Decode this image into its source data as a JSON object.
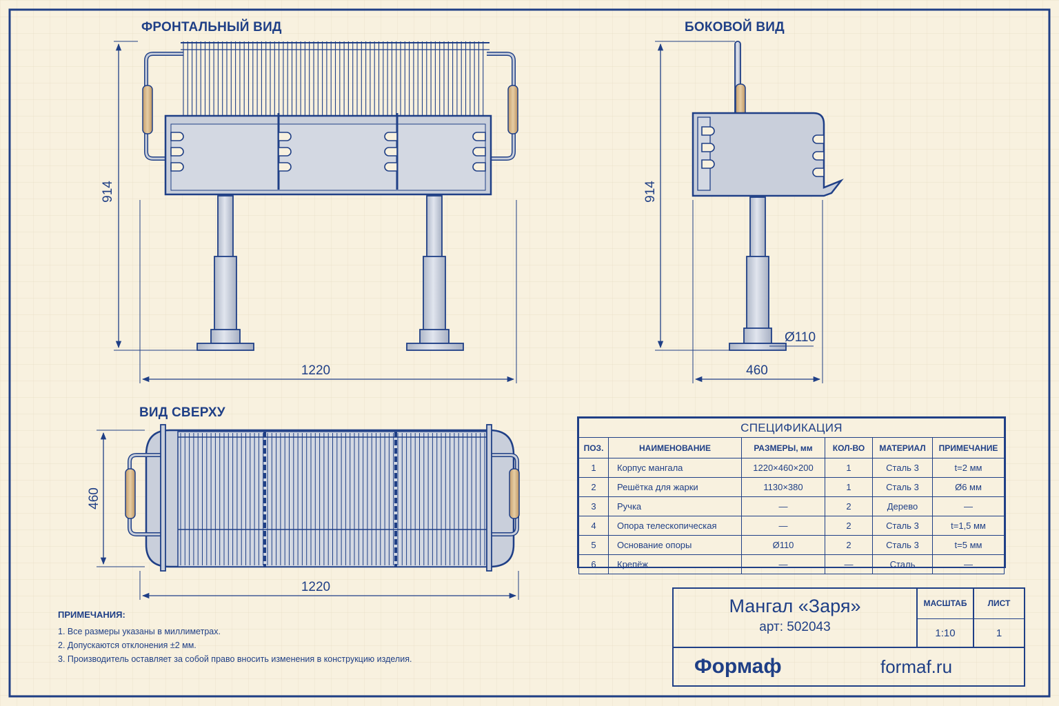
{
  "views": {
    "front": {
      "title": "ФРОНТАЛЬНЫЙ ВИД",
      "height": "914",
      "width": "1220"
    },
    "side": {
      "title": "БОКОВОЙ ВИД",
      "height": "914",
      "width": "460",
      "diameter": "Ø110"
    },
    "top": {
      "title": "ВИД СВЕРХУ",
      "depth": "460",
      "width": "1220"
    }
  },
  "spec": {
    "caption": "СПЕЦИФИКАЦИЯ",
    "headers": [
      "ПОЗ.",
      "НАИМЕНОВАНИЕ",
      "РАЗМЕРЫ, мм",
      "КОЛ-ВО",
      "МАТЕРИАЛ",
      "ПРИМЕЧАНИЕ"
    ],
    "rows": [
      [
        "1",
        "Корпус мангала",
        "1220×460×200",
        "1",
        "Сталь 3",
        "t=2 мм"
      ],
      [
        "2",
        "Решётка для жарки",
        "1130×380",
        "1",
        "Сталь 3",
        "Ø6 мм"
      ],
      [
        "3",
        "Ручка",
        "—",
        "2",
        "Дерево",
        "—"
      ],
      [
        "4",
        "Опора телескопическая",
        "—",
        "2",
        "Сталь 3",
        "t=1,5 мм"
      ],
      [
        "5",
        "Основание опоры",
        "Ø110",
        "2",
        "Сталь 3",
        "t=5 мм"
      ],
      [
        "6",
        "Крепёж",
        "—",
        "—",
        "Сталь",
        "—"
      ]
    ]
  },
  "notes": {
    "heading": "ПРИМЕЧАНИЯ:",
    "items": [
      "1. Все размеры указаны в миллиметрах.",
      "2. Допускаются отклонения ±2 мм.",
      "3. Производитель оставляет за собой право вносить изменения в конструкцию изделия."
    ]
  },
  "stamp": {
    "product": "Мангал «Заря»",
    "article": "арт: 502043",
    "scale_label": "МАСШТАБ",
    "scale": "1:10",
    "sheet_label": "ЛИСТ",
    "sheet": "1",
    "brand": "Формаф",
    "site": "formaf.ru"
  },
  "colors": {
    "paper": "#f8f1df",
    "ink": "#1f3f86",
    "metal": "#c9cfdb",
    "wood": "#d8b88c"
  }
}
